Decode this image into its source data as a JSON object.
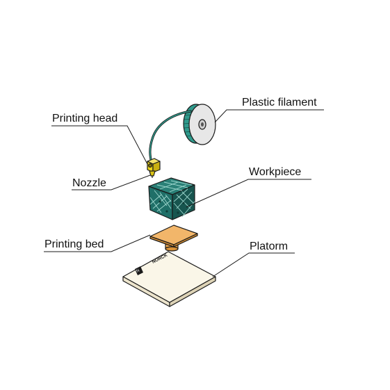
{
  "labels": {
    "plastic_filament": "Plastic filament",
    "printing_head": "Printing head",
    "nozzle": "Nozzle",
    "workpiece": "Workpiece",
    "printing_bed": "Printing bed",
    "platform": "Platorm"
  },
  "brand": {
    "logo_text": "NORCK"
  },
  "colors": {
    "filament_spool": "#2f9a8c",
    "spool_face": "#e7e7e7",
    "printing_head": "#e8d21a",
    "workpiece": "#1f6f68",
    "printing_bed": "#f2b66a",
    "platform": "#faf6e8"
  }
}
